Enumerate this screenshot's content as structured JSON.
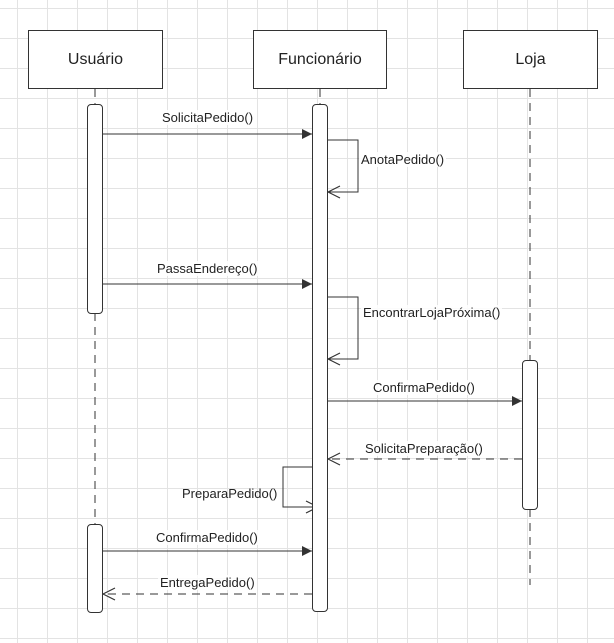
{
  "participants": {
    "usuario": "Usuário",
    "funcionario": "Funcionário",
    "loja": "Loja"
  },
  "messages": {
    "solicita_pedido": "SolicitaPedido()",
    "anota_pedido": "AnotaPedido()",
    "passa_endereco": "PassaEndereço()",
    "encontrar_loja": "EncontrarLojaPróxima()",
    "confirma_pedido_loja": "ConfirmaPedido()",
    "solicita_preparacao": "SolicitaPreparação()",
    "prepara_pedido": "PreparaPedido()",
    "confirma_pedido_usuario": "ConfirmaPedido()",
    "entrega_pedido": "EntregaPedido()"
  },
  "colors": {
    "line": "#333333",
    "grid": "#e3e3e3"
  }
}
